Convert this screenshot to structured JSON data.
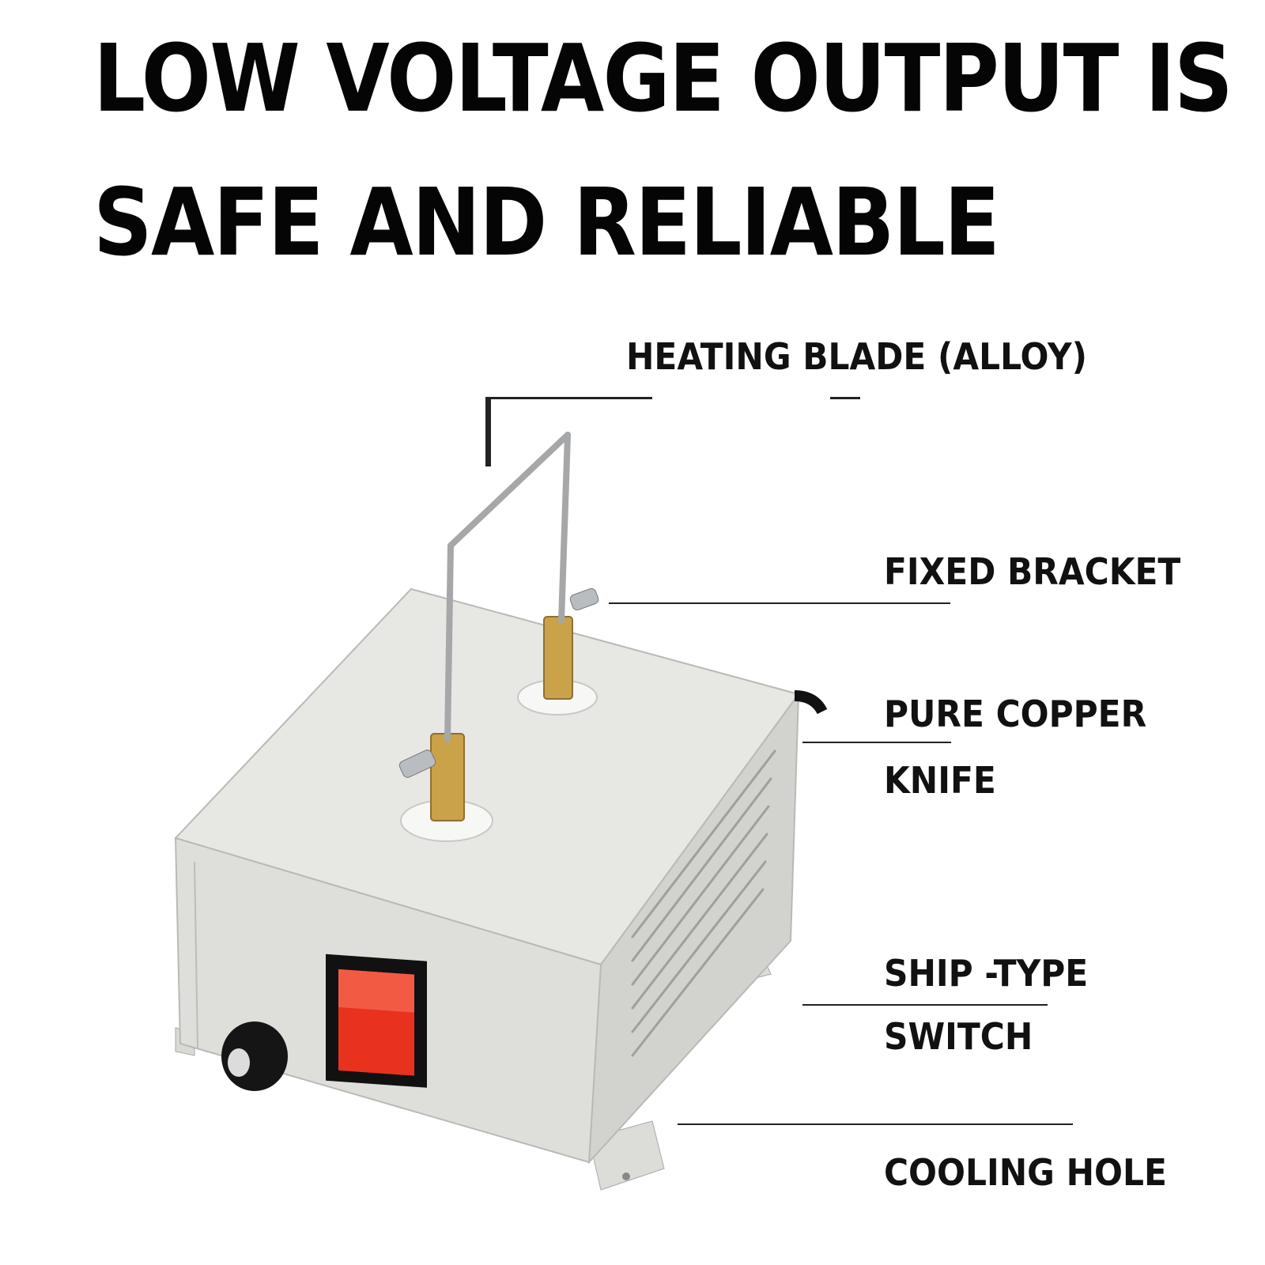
{
  "headline": {
    "line1": "LOW VOLTAGE OUTPUT IS",
    "line2": "SAFE AND RELIABLE"
  },
  "callouts": {
    "heating_blade": "HEATING BLADE (ALLOY)",
    "fixed_bracket": "FIXED BRACKET",
    "pure_copper_line1": "PURE COPPER",
    "pure_copper_line2": "KNIFE",
    "ship_switch_line1": "SHIP -TYPE",
    "ship_switch_line2": "SWITCH",
    "cooling_hole": "COOLING HOLE"
  },
  "colors": {
    "box_body": "#e2e3df",
    "switch_red": "#e8321e",
    "brass": "#c9a24a"
  }
}
